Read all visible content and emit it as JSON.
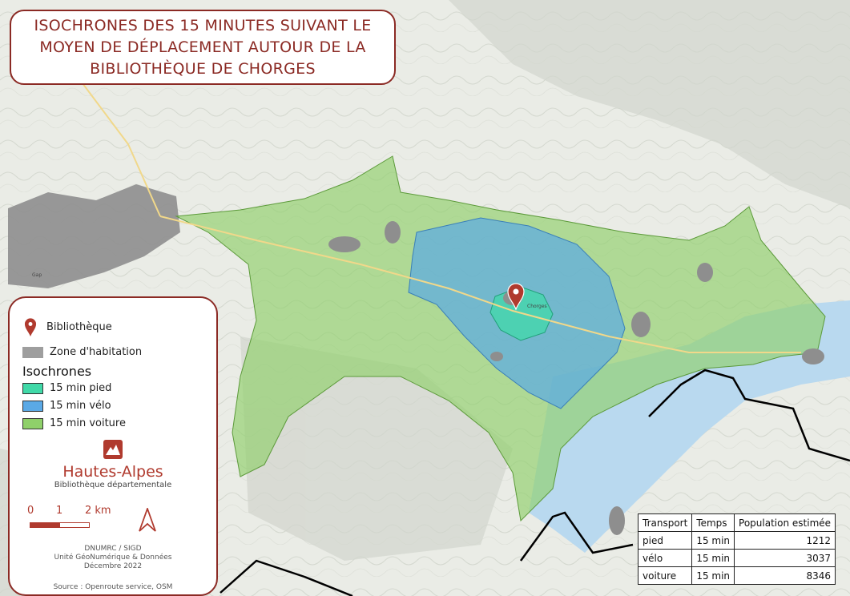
{
  "title": {
    "line1": "ISOCHRONES DES 15 MINUTES SUIVANT LE",
    "line2": "MOYEN DE DÉPLACEMENT AUTOUR DE LA",
    "line3": "BIBLIOTHÈQUE DE CHORGES"
  },
  "colors": {
    "brand": "#8b2a24",
    "pied": "#40d9a8",
    "velo": "#5aa9e6",
    "voiture": "#8fd06a",
    "habitation": "#9e9e9e",
    "lake": "#b9d9ef"
  },
  "legend": {
    "bibliotheque": "Bibliothèque",
    "habitation": "Zone d'habitation",
    "isochrones_heading": "Isochrones",
    "items": [
      {
        "label": "15 min pied",
        "color": "#40d9a8"
      },
      {
        "label": "15 min vélo",
        "color": "#5aa9e6"
      },
      {
        "label": "15 min voiture",
        "color": "#8fd06a"
      }
    ],
    "icons": {
      "marker": "map-pin-icon",
      "north": "north-arrow-icon",
      "logo": "hautes-alpes-logo-icon"
    }
  },
  "logo": {
    "name": "Hautes-Alpes",
    "subtitle": "Bibliothèque départementale"
  },
  "scale": {
    "labels": [
      "0",
      "1",
      "2 km"
    ]
  },
  "credits": {
    "line1": "DNUMRC / SIGD",
    "line2": "Unité GéoNumérique & Données",
    "line3": "Décembre 2022",
    "source": "Source : Openroute service, OSM"
  },
  "table": {
    "headers": [
      "Transport",
      "Temps",
      "Population estimée"
    ],
    "rows": [
      {
        "transport": "pied",
        "temps": "15 min",
        "population": "1212"
      },
      {
        "transport": "vélo",
        "temps": "15 min",
        "population": "3037"
      },
      {
        "transport": "voiture",
        "temps": "15 min",
        "population": "8346"
      }
    ]
  },
  "places": [
    "Chorges",
    "Gap"
  ]
}
